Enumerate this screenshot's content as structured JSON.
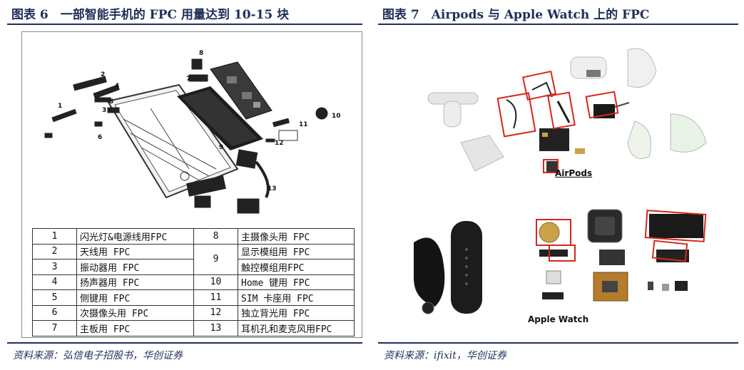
{
  "left": {
    "title": "图表 6　一部智能手机的 FPC 用量达到 10-15 块",
    "source": "资料来源：弘信电子招股书，华创证券",
    "callouts": [
      "1",
      "2",
      "3",
      "4",
      "5",
      "6",
      "7",
      "8",
      "9",
      "10",
      "11",
      "12",
      "13"
    ],
    "legend_rows": [
      {
        "n1": "1",
        "d1": "闪光灯&电源线用FPC",
        "n2": "8",
        "d2": "主摄像头用 FPC"
      },
      {
        "n1": "2",
        "d1": "天线用 FPC",
        "n2": "9",
        "d2": "显示模组用 FPC"
      },
      {
        "n1": "3",
        "d1": "振动器用 FPC",
        "n2": "",
        "d2": "触控模组用FPC"
      },
      {
        "n1": "4",
        "d1": "扬声器用 FPC",
        "n2": "10",
        "d2": "Home 键用 FPC"
      },
      {
        "n1": "5",
        "d1": "侧键用 FPC",
        "n2": "11",
        "d2": "SIM 卡座用 FPC"
      },
      {
        "n1": "6",
        "d1": "次摄像头用 FPC",
        "n2": "12",
        "d2": "独立背光用 FPC"
      },
      {
        "n1": "7",
        "d1": "主板用 FPC",
        "n2": "13",
        "d2": "耳机孔和麦克风用FPC"
      }
    ]
  },
  "right": {
    "title": "图表 7　Airpods 与 Apple Watch 上的 FPC",
    "source": "资料来源：ifixit，华创证券",
    "label_airpods": "AirPods",
    "label_watch": "Apple Watch"
  },
  "colors": {
    "navy": "#1f2f5a",
    "highlight": "#d7261e"
  }
}
